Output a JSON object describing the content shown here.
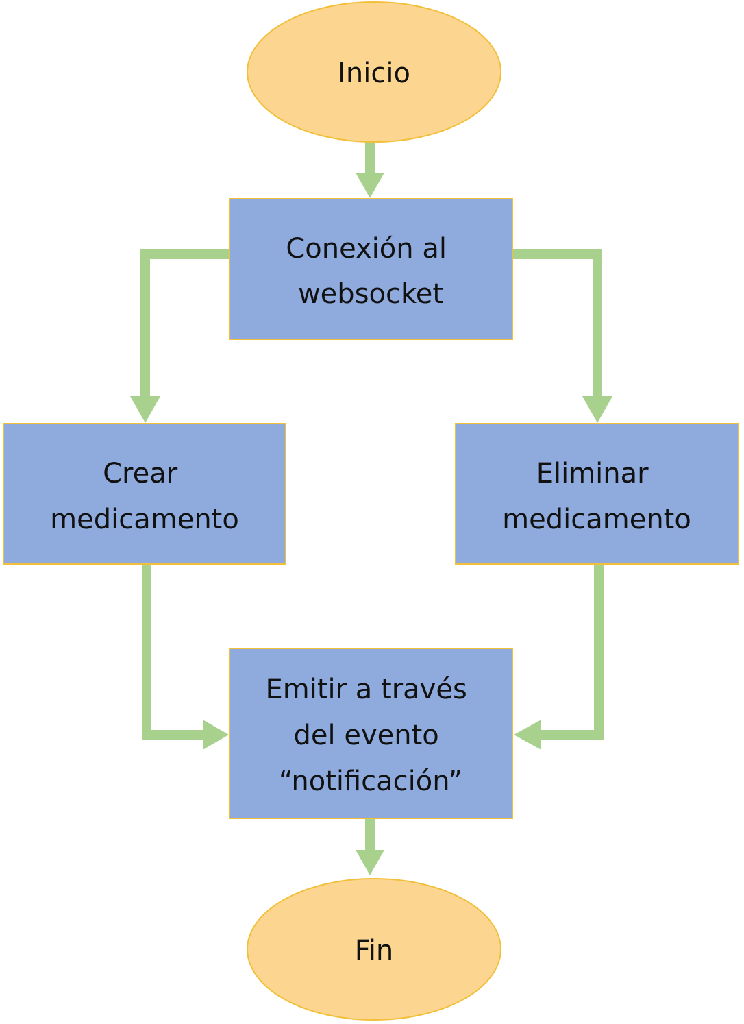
{
  "diagram": {
    "type": "flowchart",
    "colors": {
      "terminal_fill": "#FCD690",
      "terminal_stroke": "#F2BF3A",
      "process_fill": "#8FAADC",
      "process_stroke": "#F2BF3A",
      "arrow": "#A9D18E",
      "text": "#111111"
    },
    "nodes": {
      "start": {
        "shape": "ellipse",
        "lines": [
          "Inicio"
        ]
      },
      "connect": {
        "shape": "rectangle",
        "lines": [
          "Conexión al",
          "websocket"
        ]
      },
      "create": {
        "shape": "rectangle",
        "lines": [
          "Crear",
          "medicamento"
        ]
      },
      "delete": {
        "shape": "rectangle",
        "lines": [
          "Eliminar",
          "medicamento"
        ]
      },
      "emit": {
        "shape": "rectangle",
        "lines": [
          "Emitir a través",
          "del evento",
          "“notificación”"
        ]
      },
      "end": {
        "shape": "ellipse",
        "lines": [
          "Fin"
        ]
      }
    },
    "edges": [
      {
        "from": "start",
        "to": "connect"
      },
      {
        "from": "connect",
        "to": "create"
      },
      {
        "from": "connect",
        "to": "delete"
      },
      {
        "from": "create",
        "to": "emit"
      },
      {
        "from": "delete",
        "to": "emit"
      },
      {
        "from": "emit",
        "to": "end"
      }
    ]
  }
}
